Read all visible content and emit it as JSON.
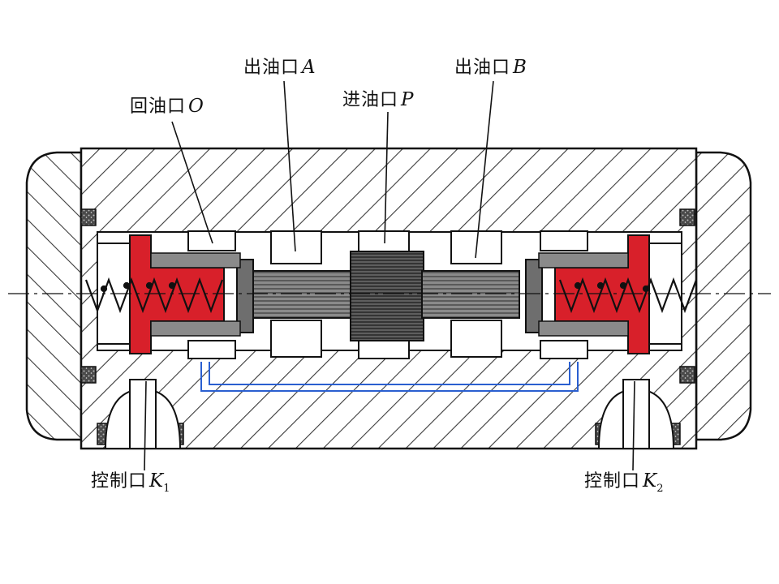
{
  "labels": {
    "port_a": {
      "text": "出油口",
      "symbol": "A"
    },
    "port_b": {
      "text": "出油口",
      "symbol": "B"
    },
    "port_p": {
      "text": "进油口",
      "symbol": "P"
    },
    "port_o": {
      "text": "回油口",
      "symbol": "O"
    },
    "control_k1": {
      "text": "控制口",
      "symbol": "K",
      "sub": "1"
    },
    "control_k2": {
      "text": "控制口",
      "symbol": "K",
      "sub": "2"
    }
  },
  "colors": {
    "piston": "#d8202a",
    "passage": "#2a5fd0",
    "spool": "#6e6e6e",
    "hatch": "#3a3a3a",
    "ink": "#111111"
  }
}
